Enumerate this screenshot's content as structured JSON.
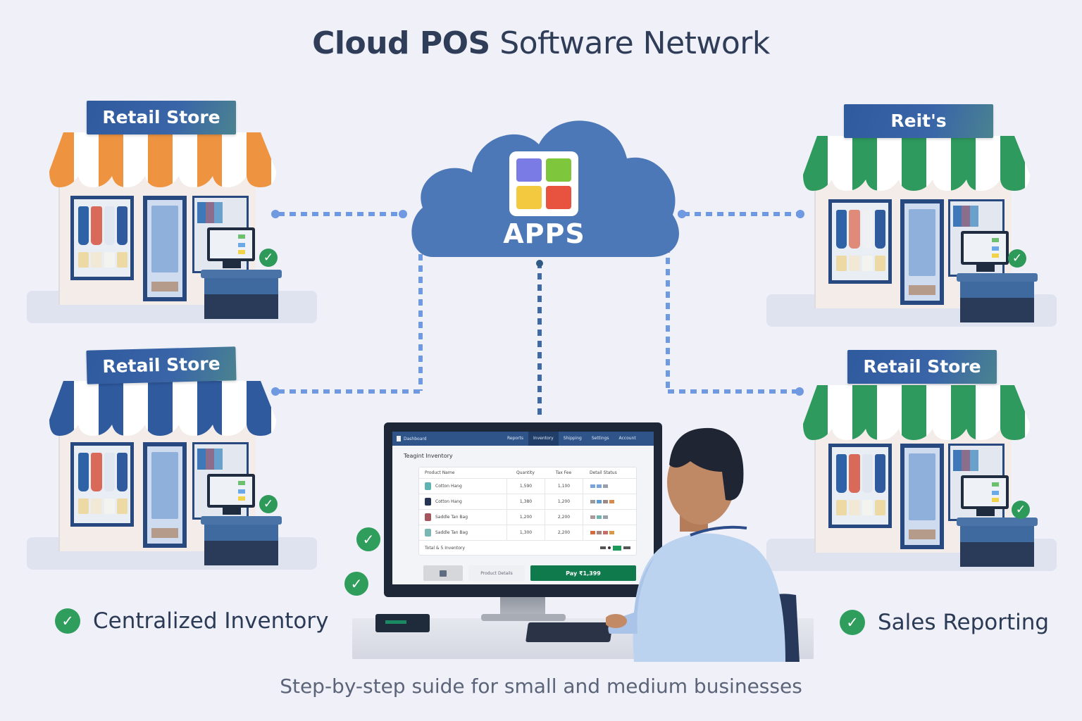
{
  "header": {
    "title_bold": "Cloud POS",
    "title_light": "Software Network"
  },
  "cloud": {
    "label": "APPS",
    "icon": "apps-grid-icon",
    "tile_colors": [
      "#7b7be6",
      "#7ec63c",
      "#f3c93f",
      "#e8533f"
    ],
    "fill_color": "#4d78b8"
  },
  "stores": [
    {
      "id": "top-left",
      "sign": "Retail Store",
      "awning_color": "#ee9440",
      "status": "check-icon"
    },
    {
      "id": "top-right",
      "sign": "Reit's",
      "awning_color": "#2f9a5e",
      "status": "check-icon"
    },
    {
      "id": "bottom-left",
      "sign": "Retail Store",
      "awning_color": "#2f5a9e",
      "status": "check-icon"
    },
    {
      "id": "bottom-right",
      "sign": "Retail Store",
      "awning_color": "#2f9a5e",
      "status": "check-icon"
    }
  ],
  "pos_screen": {
    "brand": "Dashboard",
    "nav_tabs": [
      "Reports",
      "Inventory",
      "Shipping",
      "Settings",
      "Account"
    ],
    "active_tab": "Inventory",
    "page_title": "Teagint Inventory",
    "columns": [
      "Product Name",
      "Quantity",
      "Tax Fee",
      "Detail Status"
    ],
    "rows": [
      {
        "name": "Cotton Hang",
        "qty": "1,590",
        "fee": "1,100",
        "thumb": "#5fb3b0",
        "status": [
          "#7ba5d8",
          "#7ba5d8",
          "#9aa0aa"
        ]
      },
      {
        "name": "Cotton Hang",
        "qty": "1,380",
        "fee": "1,200",
        "thumb": "#253552",
        "status": [
          "#9a9a9a",
          "#5d9bd5",
          "#9a8a8a",
          "#d9894a"
        ]
      },
      {
        "name": "Saddle Tan Bag",
        "qty": "1,200",
        "fee": "2,200",
        "thumb": "#a5555e",
        "status": [
          "#a9999a",
          "#6fb3ae",
          "#9aa0aa"
        ]
      },
      {
        "name": "Saddle Tan Bag",
        "qty": "1,300",
        "fee": "2,200",
        "thumb": "#78b7b2",
        "status": [
          "#d16c3f",
          "#a1847c",
          "#c66c6a",
          "#d99847"
        ]
      }
    ],
    "footer_label": "Total & 5 Inventory",
    "secondary_button": "Product Details",
    "pay_button": "Pay ₹1,399",
    "pay_color": "#0f7a4c"
  },
  "features": [
    {
      "label": "Centralized Inventory",
      "icon": "check-circle-icon"
    },
    {
      "label": "Sales Reporting",
      "icon": "check-circle-icon"
    }
  ],
  "footer": {
    "subtitle": "Step-by-step suide for small and medium businesses"
  },
  "colors": {
    "background": "#eff0f8",
    "connector": "#6f99e0",
    "check_green": "#2f9d5b",
    "title": "#2f3d58"
  }
}
